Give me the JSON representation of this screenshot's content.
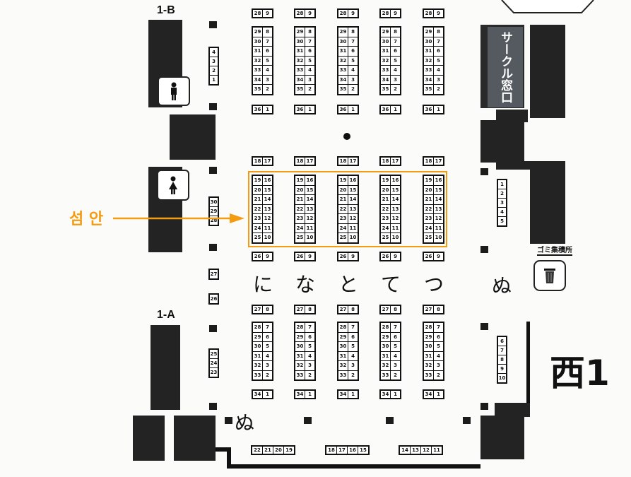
{
  "annotation": {
    "label": "섬 안",
    "color": "#f39c12"
  },
  "halls": {
    "top_left": "1-B",
    "bottom_left": "1-A"
  },
  "right_labels": {
    "circle_window": "サークル窓口",
    "garbage": "ゴミ集積所",
    "west_hall": "西1"
  },
  "row_labels": [
    "に",
    "な",
    "と",
    "て",
    "つ"
  ],
  "side_row_label": "ぬ",
  "bottom_row_label": "ぬ",
  "sections": {
    "top": {
      "head": [
        "28",
        "9"
      ],
      "rows": [
        [
          "29",
          "8"
        ],
        [
          "30",
          "7"
        ],
        [
          "31",
          "6"
        ],
        [
          "32",
          "5"
        ],
        [
          "33",
          "4"
        ],
        [
          "34",
          "3"
        ],
        [
          "35",
          "2"
        ]
      ],
      "foot": [
        "36",
        "1"
      ]
    },
    "middle": {
      "head": [
        "18",
        "17"
      ],
      "rows": [
        [
          "19",
          "16"
        ],
        [
          "20",
          "15"
        ],
        [
          "21",
          "14"
        ],
        [
          "22",
          "13"
        ],
        [
          "23",
          "12"
        ],
        [
          "24",
          "11"
        ],
        [
          "25",
          "10"
        ]
      ],
      "foot": [
        "26",
        "9"
      ]
    },
    "bottom": {
      "head": [
        "27",
        "8"
      ],
      "rows": [
        [
          "28",
          "7"
        ],
        [
          "29",
          "6"
        ],
        [
          "30",
          "5"
        ],
        [
          "31",
          "4"
        ],
        [
          "32",
          "3"
        ],
        [
          "33",
          "2"
        ]
      ],
      "foot": [
        "34",
        "1"
      ]
    }
  },
  "left_wall": {
    "upper": [
      "4",
      "3",
      "2",
      "1"
    ],
    "middle": [
      "30",
      "29",
      "28"
    ],
    "single_a": "27",
    "single_b": "26",
    "lower": [
      "25",
      "24",
      "23"
    ]
  },
  "right_wall": {
    "upper": [
      "1",
      "2",
      "3",
      "4",
      "5"
    ],
    "lower": [
      "6",
      "7",
      "8",
      "9",
      "10"
    ]
  },
  "bottom_wall": [
    [
      "22",
      "21",
      "20",
      "19"
    ],
    [
      "18",
      "17",
      "16",
      "15"
    ],
    [
      "14",
      "13",
      "12",
      "11"
    ]
  ]
}
